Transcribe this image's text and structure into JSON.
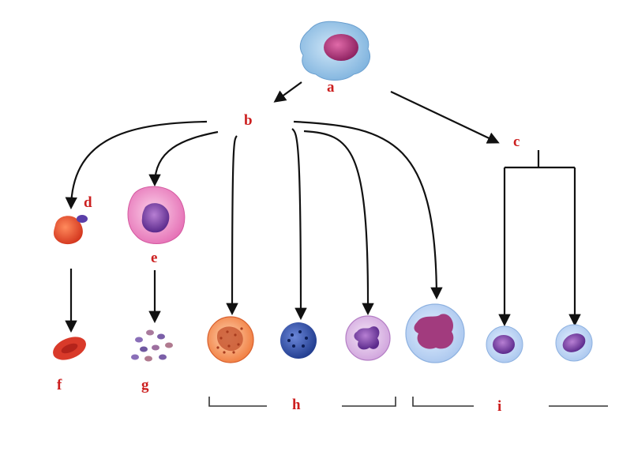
{
  "labels": {
    "a": "a",
    "b": "b",
    "c": "c",
    "d": "d",
    "e": "e",
    "f": "f",
    "g": "g",
    "h": "h",
    "i": "i"
  },
  "colors": {
    "label": "#cc1f1f",
    "arrow": "#111111",
    "background": "#ffffff"
  },
  "cells": [
    "stem-cell",
    "erythroblast",
    "megakaryocyte",
    "red-blood-cell",
    "platelets",
    "eosinophil",
    "basophil",
    "neutrophil",
    "monocyte",
    "t-lymphocyte",
    "b-lymphocyte"
  ]
}
